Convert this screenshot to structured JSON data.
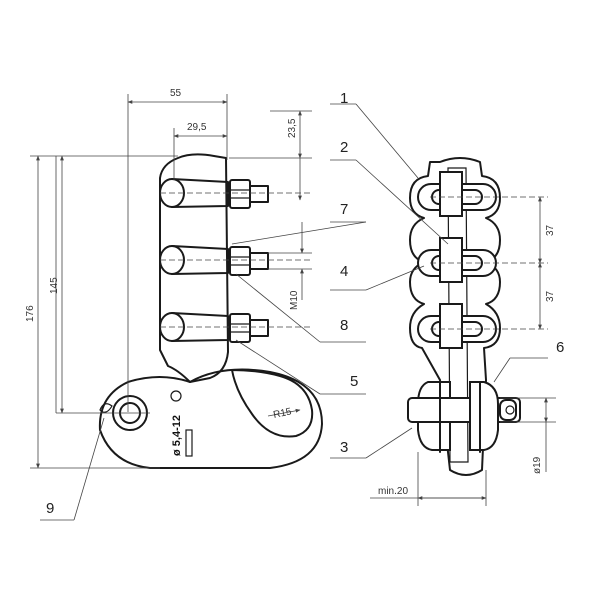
{
  "dimensions": {
    "width_55": "55",
    "width_29_5": "29,5",
    "height_23_5": "23,5",
    "height_176": "176",
    "height_145": "145",
    "pitch_upper": "37",
    "pitch_lower": "37",
    "thread": "M10",
    "radius": "R15",
    "min_gap": "min.20",
    "hole_dia": "ø19"
  },
  "marking": {
    "size_range": "ø 5,4-12"
  },
  "callouts": [
    "1",
    "2",
    "3",
    "4",
    "5",
    "6",
    "7",
    "8",
    "9"
  ]
}
